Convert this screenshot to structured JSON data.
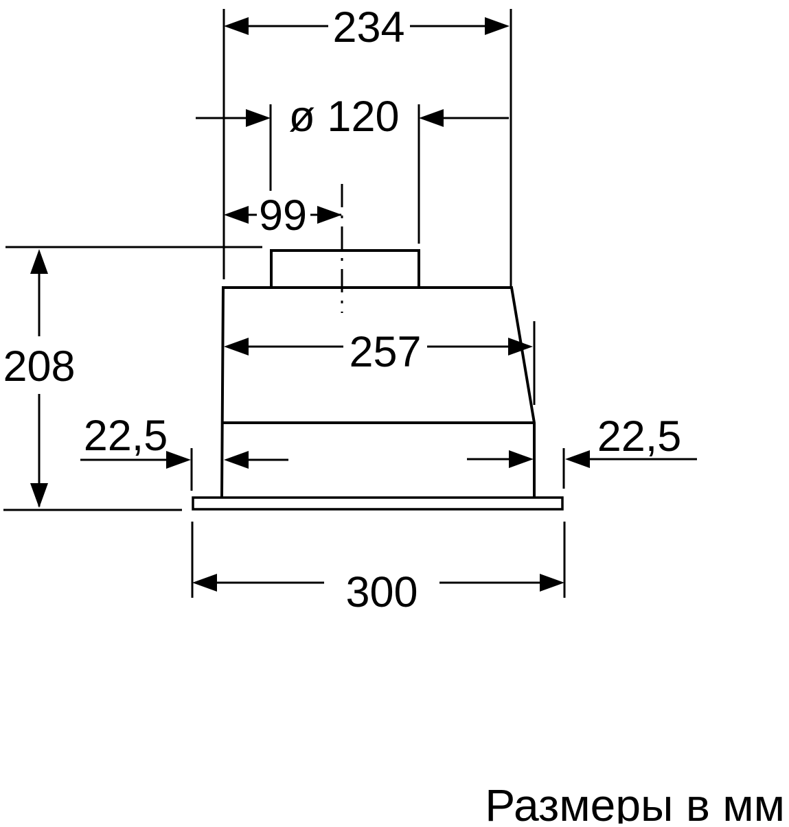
{
  "drawing": {
    "unit_note": "Размеры в мм",
    "dimensions": {
      "top_width": "234",
      "duct_diameter": "ø 120",
      "duct_center_offset": "99",
      "total_height": "208",
      "body_width": "257",
      "left_overhang": "22,5",
      "right_overhang": "22,5",
      "flange_width": "300"
    },
    "colors": {
      "line": "#000000",
      "background": "#ffffff"
    }
  }
}
